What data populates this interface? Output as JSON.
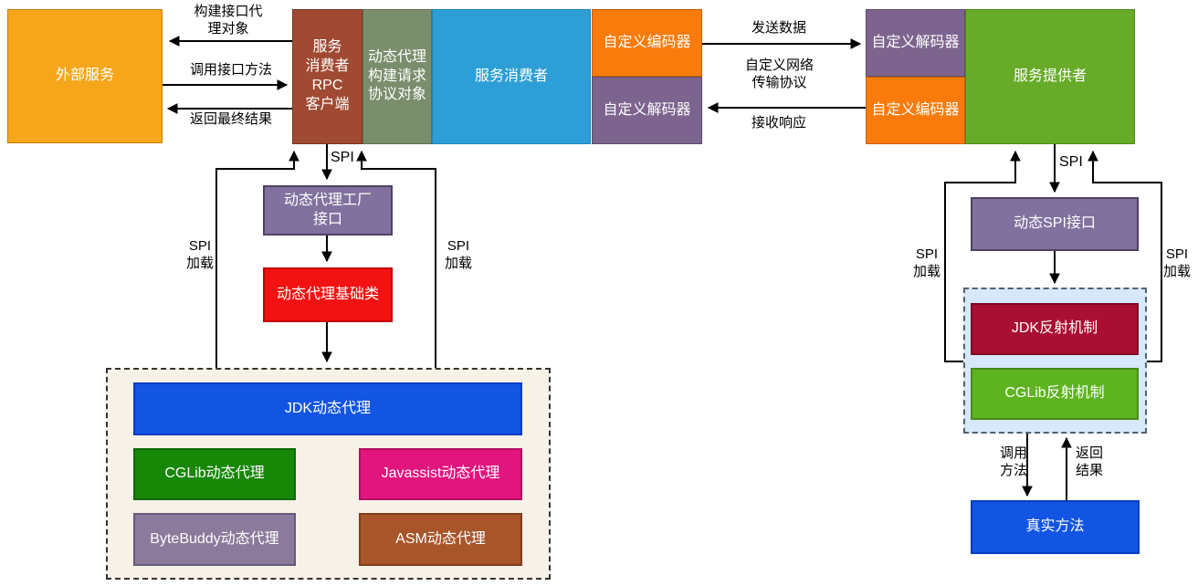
{
  "nodes": {
    "external_service": "外部服务",
    "rpc_client": "服务\n消费者\nRPC\n客户端",
    "proxy_builder": "动态代理\n构建请求\n协议对象",
    "service_consumer": "服务消费者",
    "encoder_left": "自定义编码器",
    "decoder_left": "自定义解码器",
    "decoder_right": "自定义解码器",
    "encoder_right": "自定义编码器",
    "service_provider": "服务提供者",
    "proxy_factory_interface": "动态代理工厂\n接口",
    "proxy_base_class": "动态代理基础类",
    "jdk_proxy": "JDK动态代理",
    "cglib_proxy": "CGLib动态代理",
    "javassist_proxy": "Javassist动态代理",
    "bytebuddy_proxy": "ByteBuddy动态代理",
    "asm_proxy": "ASM动态代理",
    "dynamic_spi_interface": "动态SPI接口",
    "jdk_reflection": "JDK反射机制",
    "cglib_reflection": "CGLib反射机制",
    "real_method": "真实方法"
  },
  "labels": {
    "build_proxy": "构建接口代\n理对象",
    "invoke_interface": "调用接口方法",
    "return_final": "返回最终结果",
    "send_data": "发送数据",
    "custom_protocol": "自定义网络\n传输协议",
    "receive_response": "接收响应",
    "spi_left": "SPI",
    "spi_right": "SPI",
    "spi_load_top_left": "SPI\n加载",
    "spi_load_top_right": "SPI\n加载",
    "spi_load_right_left": "SPI\n加载",
    "spi_load_right_right": "SPI\n加载",
    "invoke_method": "调用\n方法",
    "return_result": "返回\n结果"
  },
  "palette": {
    "external_service_orange": "#F5A61A",
    "rpc_client_brown": "#A04A33",
    "proxy_builder_sage": "#7A8D6C",
    "consumer_blue": "#2D9FD6",
    "encoder_orange": "#F87B0B",
    "decoder_purple": "#7D648E",
    "provider_green": "#67AB28",
    "spi_interface_purple": "#80719E",
    "base_class_red": "#F21212",
    "jdk_blue": "#1355E3",
    "cglib_green": "#178708",
    "javassist_magenta": "#E2147E",
    "bytebuddy_gray_purple": "#8B7A9B",
    "asm_brown": "#A8552A",
    "jdk_reflection_crimson": "#A80F32",
    "cglib_reflection_green": "#5DB320",
    "reflection_container_bg": "#D7E8FB",
    "impl_container_bg": "#F7F2E8",
    "connector_black": "#000000"
  }
}
